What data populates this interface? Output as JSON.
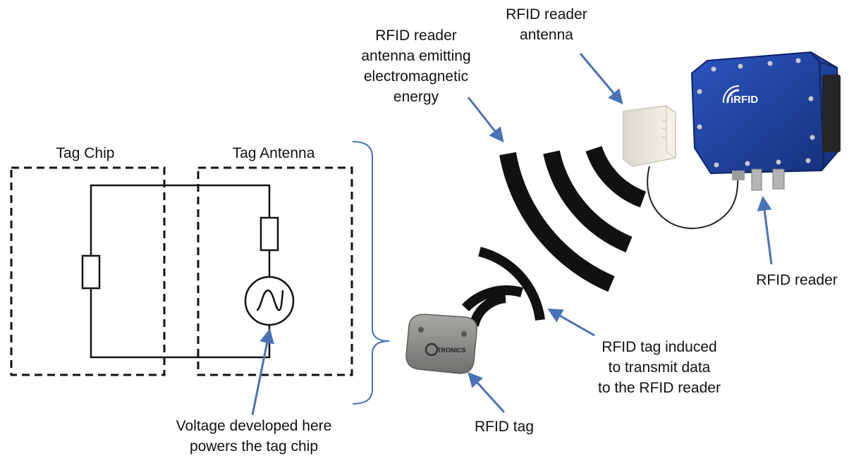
{
  "labels": {
    "tag_chip": "Tag Chip",
    "tag_antenna": "Tag Antenna",
    "voltage": [
      "Voltage developed here",
      "powers the tag chip"
    ],
    "rfid_tag": "RFID tag",
    "reader_antenna_emitting": [
      "RFID reader",
      "antenna emitting",
      "electromagnetic",
      "energy"
    ],
    "reader_antenna": [
      "RFID reader",
      "antenna"
    ],
    "rfid_reader": "RFID reader",
    "tag_induced": [
      "RFID tag induced",
      "to transmit data",
      "to the RFID reader"
    ]
  },
  "device_text": {
    "reader_brand": "iRFID",
    "tag_brand": "TRONICS"
  },
  "colors": {
    "arrow": "#4a72b8",
    "wave": "#111111",
    "reader_body": "#1d3f9a",
    "tag_body": "#8d8f8c",
    "antenna_body": "#ece9df"
  }
}
